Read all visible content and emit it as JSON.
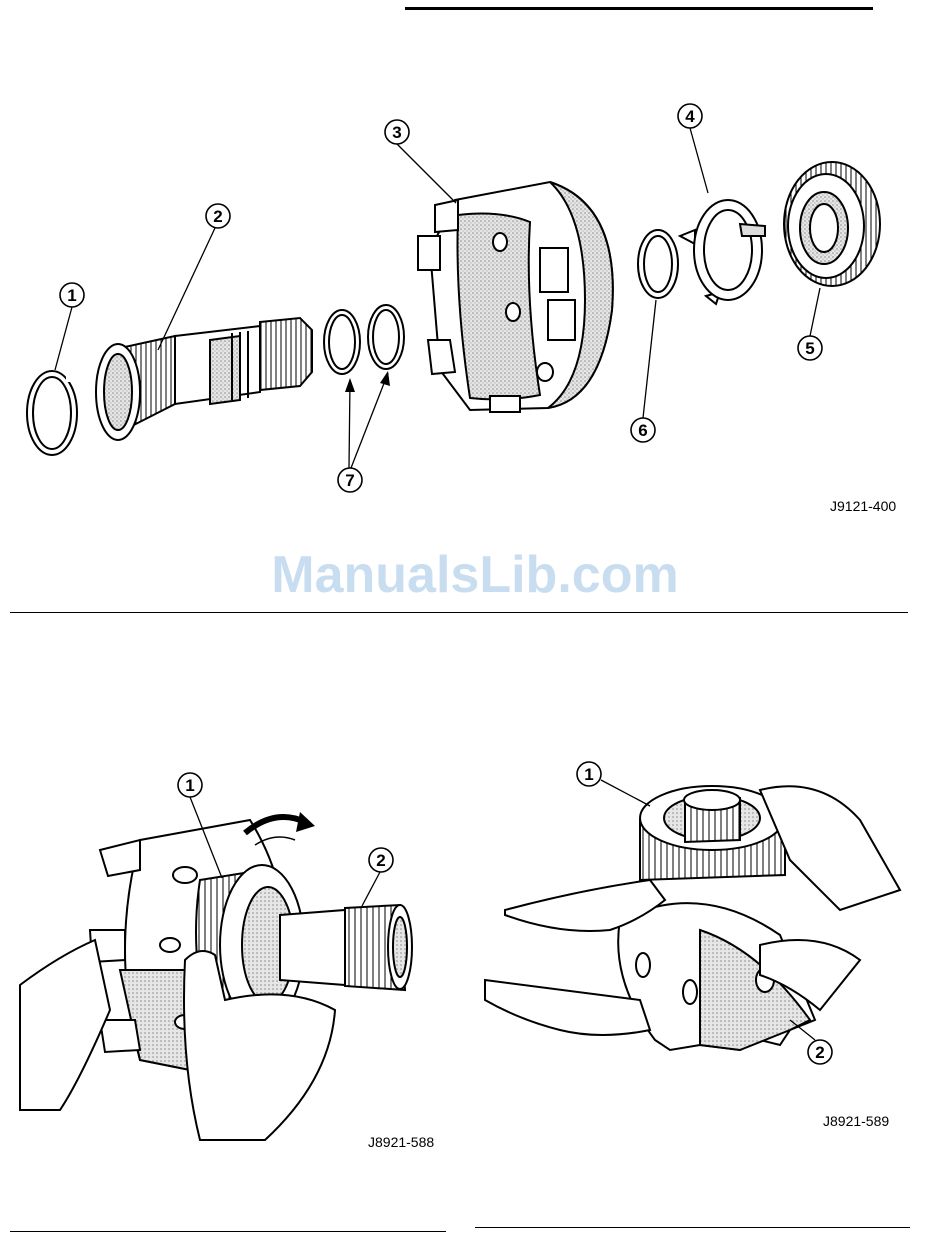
{
  "figure1": {
    "code": "J9121-400",
    "callouts": [
      "1",
      "2",
      "3",
      "4",
      "5",
      "6",
      "7"
    ]
  },
  "watermark": "ManualsLib.com",
  "figure2": {
    "code": "J8921-588",
    "callouts": [
      "1",
      "2"
    ]
  },
  "figure3": {
    "code": "J8921-589",
    "callouts": [
      "1",
      "2"
    ]
  }
}
